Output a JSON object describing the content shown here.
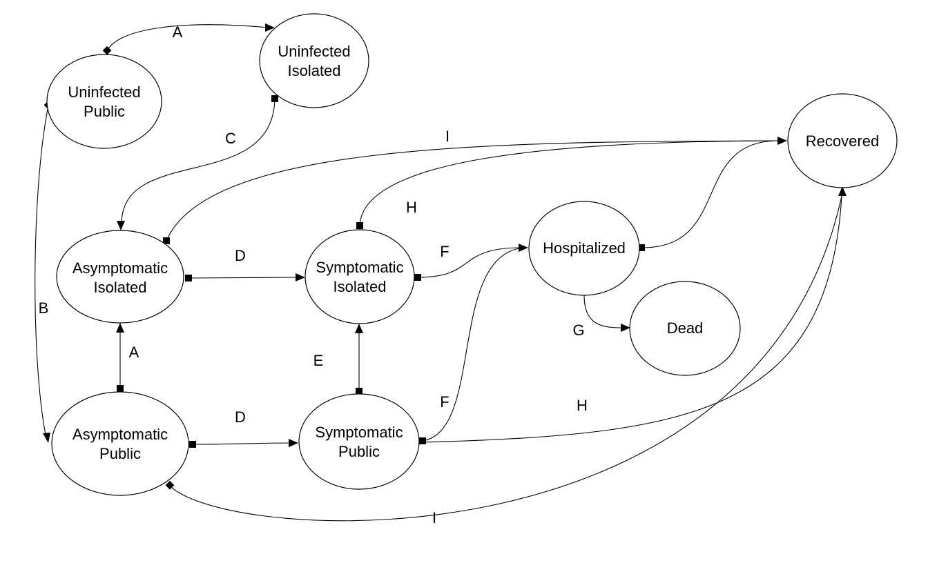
{
  "diagram": {
    "nodes": {
      "uninfected_public": [
        "Uninfected",
        "Public"
      ],
      "uninfected_isolated": [
        "Uninfected",
        "Isolated"
      ],
      "asymptomatic_isolated": [
        "Asymptomatic",
        "Isolated"
      ],
      "asymptomatic_public": [
        "Asymptomatic",
        "Public"
      ],
      "symptomatic_isolated": [
        "Symptomatic",
        "Isolated"
      ],
      "symptomatic_public": [
        "Symptomatic",
        "Public"
      ],
      "hospitalized": [
        "Hospitalized"
      ],
      "dead": [
        "Dead"
      ],
      "recovered": [
        "Recovered"
      ]
    },
    "edges": [
      {
        "id": "e-a-top",
        "from": "uninfected_public",
        "to": "uninfected_isolated",
        "label": "A"
      },
      {
        "id": "e-b",
        "from": "uninfected_public",
        "to": "asymptomatic_public",
        "label": "B"
      },
      {
        "id": "e-c",
        "from": "uninfected_isolated",
        "to": "asymptomatic_isolated",
        "label": "C"
      },
      {
        "id": "e-i-top",
        "from": "asymptomatic_isolated",
        "to": "recovered",
        "label": "I"
      },
      {
        "id": "e-h-top",
        "from": "symptomatic_isolated",
        "to": "recovered",
        "label": "H"
      },
      {
        "id": "e-d-top",
        "from": "asymptomatic_isolated",
        "to": "symptomatic_isolated",
        "label": "D"
      },
      {
        "id": "e-f-top",
        "from": "symptomatic_isolated",
        "to": "hospitalized",
        "label": "F"
      },
      {
        "id": "e-hosp-rec",
        "from": "hospitalized",
        "to": "recovered",
        "label": ""
      },
      {
        "id": "e-g",
        "from": "hospitalized",
        "to": "dead",
        "label": "G"
      },
      {
        "id": "e-a-mid",
        "from": "asymptomatic_public",
        "to": "asymptomatic_isolated",
        "label": "A"
      },
      {
        "id": "e-e",
        "from": "symptomatic_public",
        "to": "symptomatic_isolated",
        "label": "E"
      },
      {
        "id": "e-d-bot",
        "from": "asymptomatic_public",
        "to": "symptomatic_public",
        "label": "D"
      },
      {
        "id": "e-f-bot",
        "from": "symptomatic_public",
        "to": "hospitalized",
        "label": "F"
      },
      {
        "id": "e-h-bot",
        "from": "symptomatic_public",
        "to": "recovered",
        "label": "H"
      },
      {
        "id": "e-i-bot",
        "from": "asymptomatic_public",
        "to": "recovered",
        "label": "I"
      }
    ]
  }
}
